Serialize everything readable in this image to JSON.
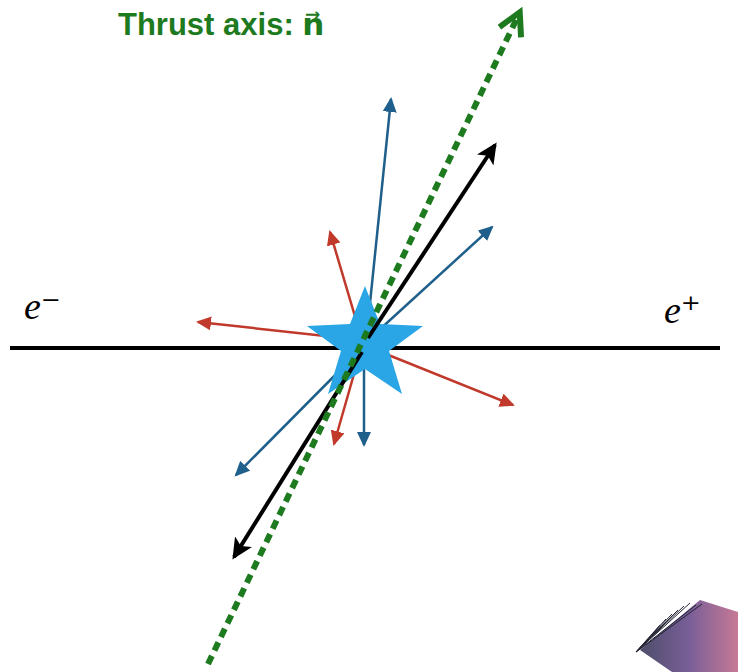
{
  "diagram": {
    "labels": [
      "Thrust axis: n⃗",
      "e⁻",
      "e⁺"
    ]
  }
}
